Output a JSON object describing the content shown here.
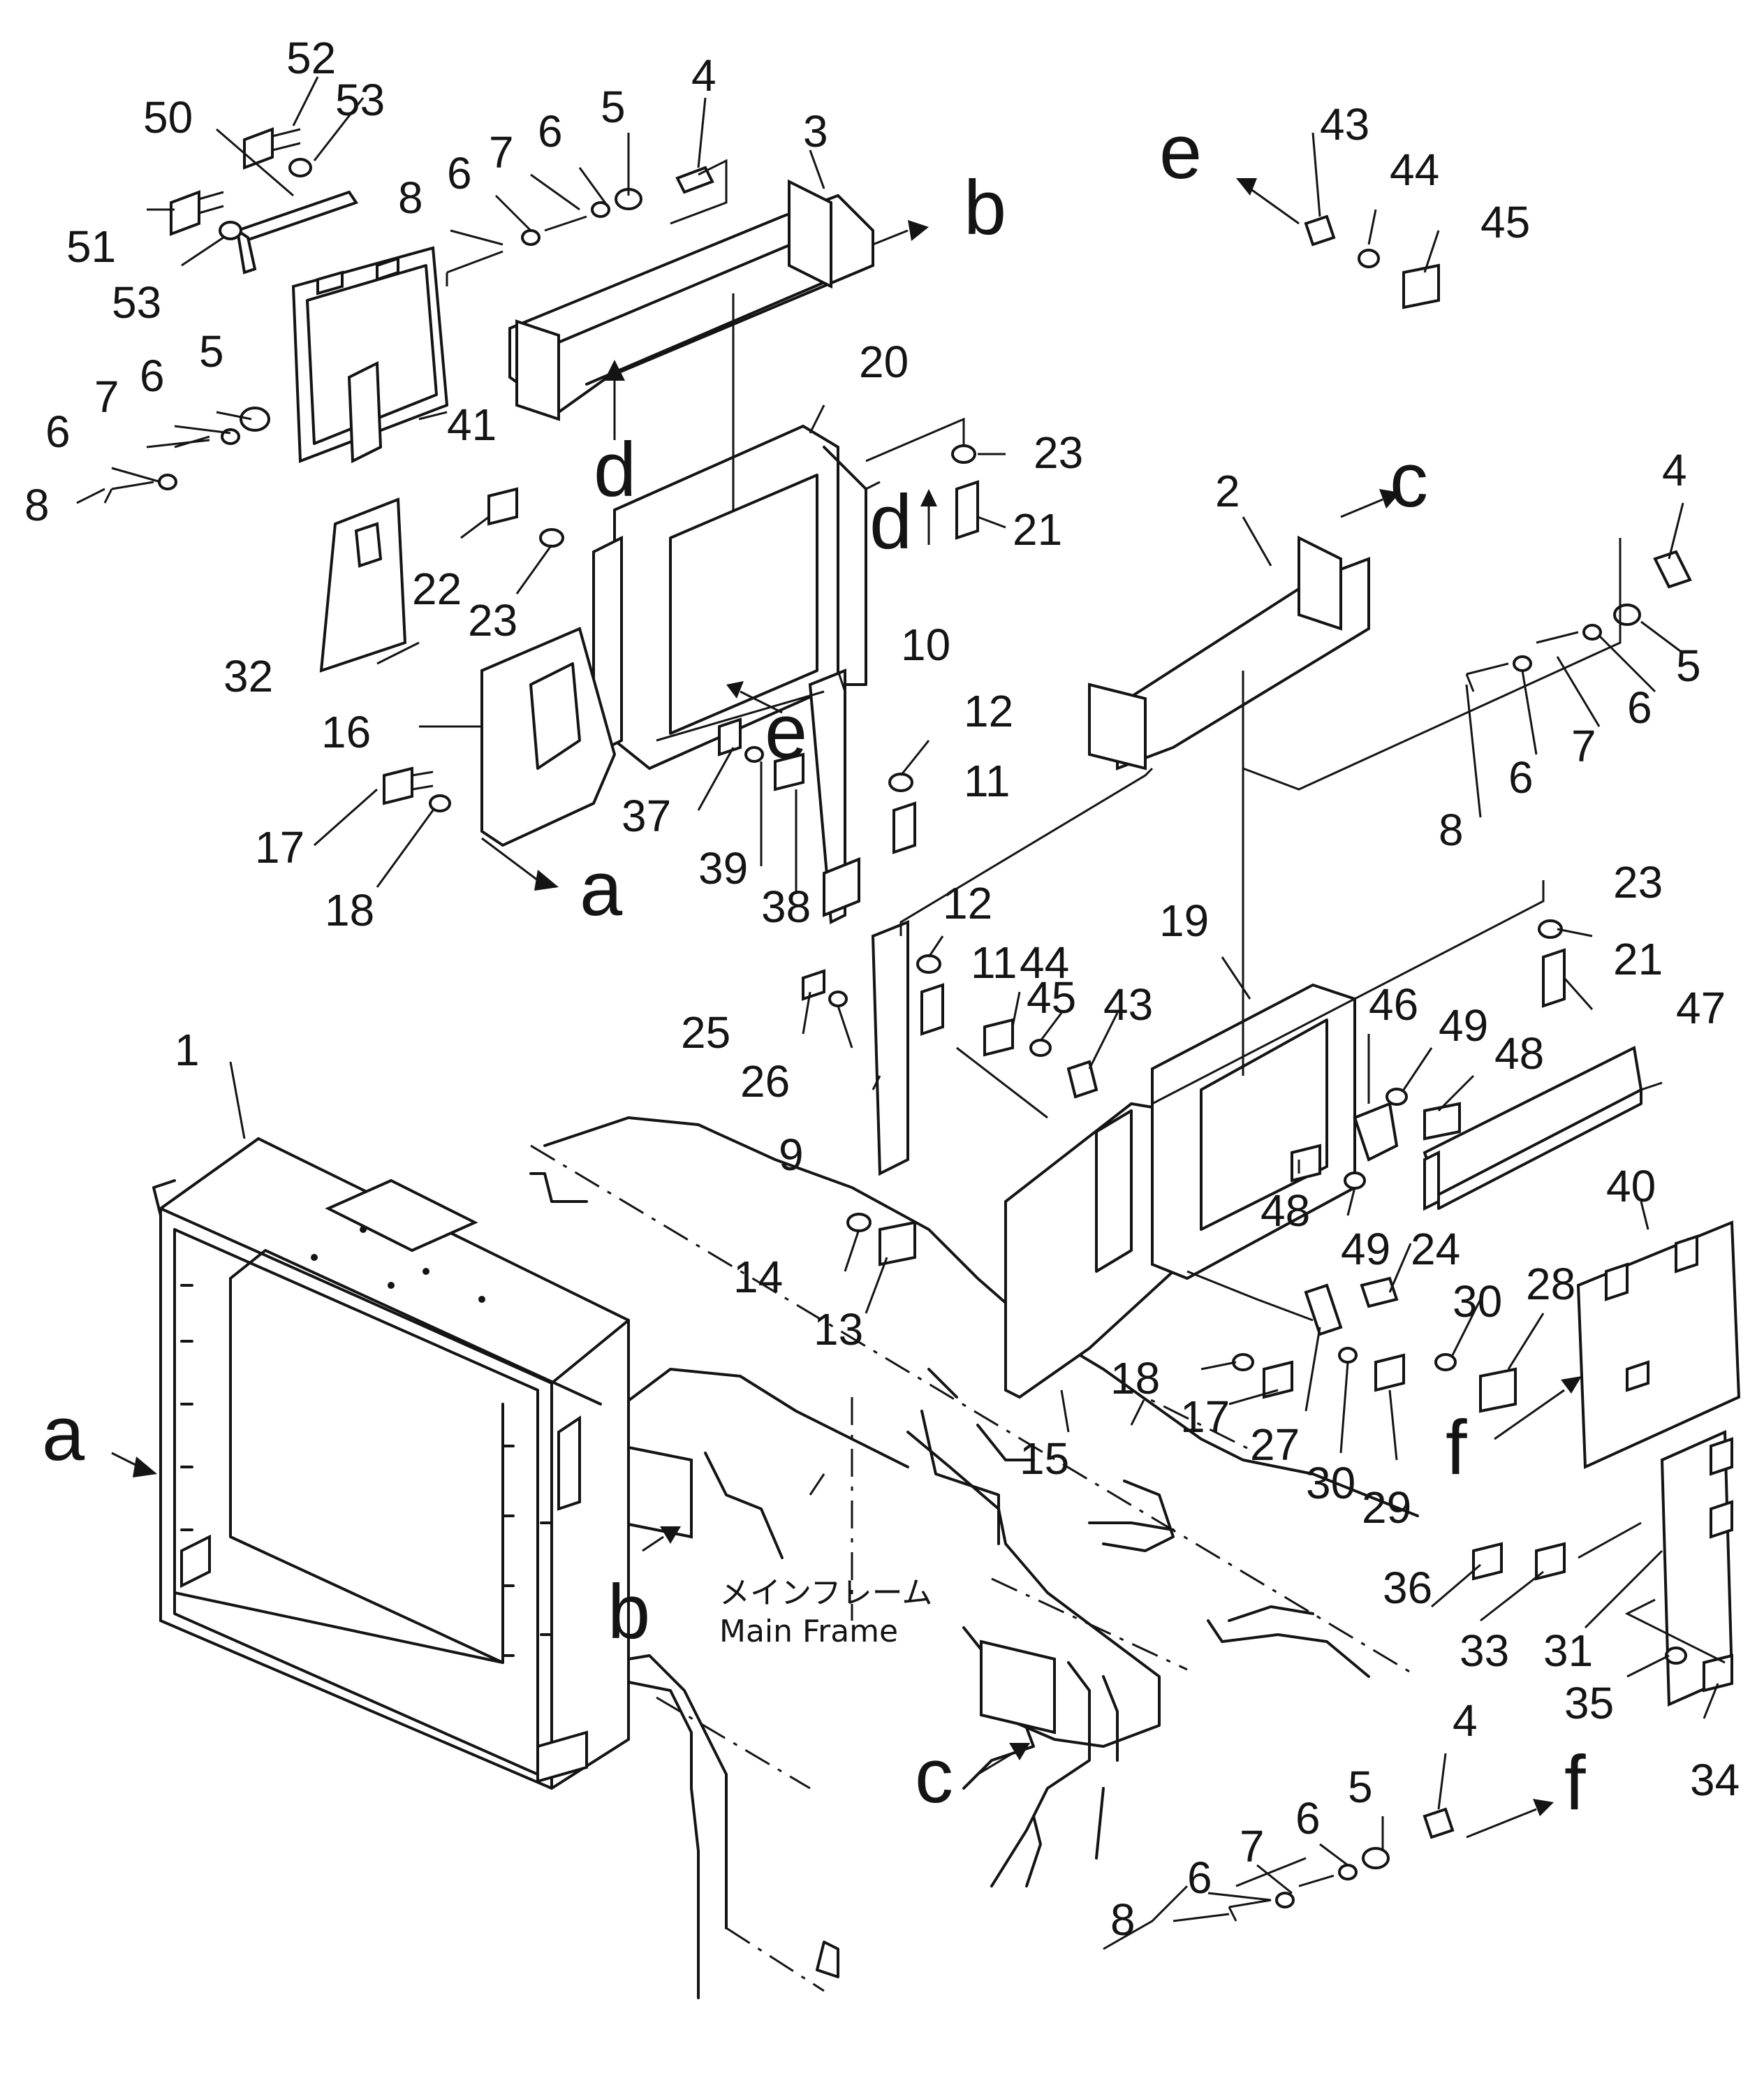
{
  "callouts": [
    {
      "id": "c52",
      "text": "52"
    },
    {
      "id": "c53a",
      "text": "53"
    },
    {
      "id": "c50",
      "text": "50"
    },
    {
      "id": "c51",
      "text": "51"
    },
    {
      "id": "c53b",
      "text": "53"
    },
    {
      "id": "c8a",
      "text": "8"
    },
    {
      "id": "c6a",
      "text": "6"
    },
    {
      "id": "c7a",
      "text": "7"
    },
    {
      "id": "c6b",
      "text": "6"
    },
    {
      "id": "c5a",
      "text": "5"
    },
    {
      "id": "c4a",
      "text": "4"
    },
    {
      "id": "c3",
      "text": "3"
    },
    {
      "id": "c5b",
      "text": "5"
    },
    {
      "id": "c6c",
      "text": "6"
    },
    {
      "id": "c7b",
      "text": "7"
    },
    {
      "id": "c6d",
      "text": "6"
    },
    {
      "id": "c8b",
      "text": "8"
    },
    {
      "id": "c41",
      "text": "41"
    },
    {
      "id": "c20",
      "text": "20"
    },
    {
      "id": "c23a",
      "text": "23"
    },
    {
      "id": "c21a",
      "text": "21"
    },
    {
      "id": "c22",
      "text": "22"
    },
    {
      "id": "c23b",
      "text": "23"
    },
    {
      "id": "c32",
      "text": "32"
    },
    {
      "id": "c16",
      "text": "16"
    },
    {
      "id": "c10",
      "text": "10"
    },
    {
      "id": "c12a",
      "text": "12"
    },
    {
      "id": "c11a",
      "text": "11"
    },
    {
      "id": "c17a",
      "text": "17"
    },
    {
      "id": "c18a",
      "text": "18"
    },
    {
      "id": "c37",
      "text": "37"
    },
    {
      "id": "c39",
      "text": "39"
    },
    {
      "id": "c38",
      "text": "38"
    },
    {
      "id": "c43a",
      "text": "43"
    },
    {
      "id": "c44a",
      "text": "44"
    },
    {
      "id": "c45a",
      "text": "45"
    },
    {
      "id": "c2",
      "text": "2"
    },
    {
      "id": "c4b",
      "text": "4"
    },
    {
      "id": "c5c",
      "text": "5"
    },
    {
      "id": "c6e",
      "text": "6"
    },
    {
      "id": "c7c",
      "text": "7"
    },
    {
      "id": "c6f",
      "text": "6"
    },
    {
      "id": "c8c",
      "text": "8"
    },
    {
      "id": "c12b",
      "text": "12"
    },
    {
      "id": "c11b",
      "text": "11"
    },
    {
      "id": "c44b",
      "text": "44"
    },
    {
      "id": "c45b",
      "text": "45"
    },
    {
      "id": "c43b",
      "text": "43"
    },
    {
      "id": "c19",
      "text": "19"
    },
    {
      "id": "c23c",
      "text": "23"
    },
    {
      "id": "c21b",
      "text": "21"
    },
    {
      "id": "c25",
      "text": "25"
    },
    {
      "id": "c26",
      "text": "26"
    },
    {
      "id": "c9",
      "text": "9"
    },
    {
      "id": "c46",
      "text": "46"
    },
    {
      "id": "c49a",
      "text": "49"
    },
    {
      "id": "c48a",
      "text": "48"
    },
    {
      "id": "c47",
      "text": "47"
    },
    {
      "id": "c1",
      "text": "1"
    },
    {
      "id": "c48b",
      "text": "48"
    },
    {
      "id": "c49b",
      "text": "49"
    },
    {
      "id": "c24",
      "text": "24"
    },
    {
      "id": "c40",
      "text": "40"
    },
    {
      "id": "c14",
      "text": "14"
    },
    {
      "id": "c13",
      "text": "13"
    },
    {
      "id": "c30a",
      "text": "30"
    },
    {
      "id": "c28",
      "text": "28"
    },
    {
      "id": "c18b",
      "text": "18"
    },
    {
      "id": "c17b",
      "text": "17"
    },
    {
      "id": "c27",
      "text": "27"
    },
    {
      "id": "c30b",
      "text": "30"
    },
    {
      "id": "c29",
      "text": "29"
    },
    {
      "id": "c15",
      "text": "15"
    },
    {
      "id": "c36",
      "text": "36"
    },
    {
      "id": "c33",
      "text": "33"
    },
    {
      "id": "c31",
      "text": "31"
    },
    {
      "id": "c35",
      "text": "35"
    },
    {
      "id": "c34",
      "text": "34"
    },
    {
      "id": "c4c",
      "text": "4"
    },
    {
      "id": "c5d",
      "text": "5"
    },
    {
      "id": "c6g",
      "text": "6"
    },
    {
      "id": "c7d",
      "text": "7"
    },
    {
      "id": "c6h",
      "text": "6"
    },
    {
      "id": "c8d",
      "text": "8"
    }
  ],
  "reference_letters": [
    {
      "id": "ref-b-top",
      "text": "b"
    },
    {
      "id": "ref-e-top",
      "text": "e"
    },
    {
      "id": "ref-d-left",
      "text": "d"
    },
    {
      "id": "ref-d-right",
      "text": "d"
    },
    {
      "id": "ref-c-top",
      "text": "c"
    },
    {
      "id": "ref-e-mid",
      "text": "e"
    },
    {
      "id": "ref-a-top",
      "text": "a"
    },
    {
      "id": "ref-a-left",
      "text": "a"
    },
    {
      "id": "ref-f-mid",
      "text": "f"
    },
    {
      "id": "ref-b-bottom",
      "text": "b"
    },
    {
      "id": "ref-c-bottom",
      "text": "c"
    },
    {
      "id": "ref-f-bottom",
      "text": "f"
    }
  ],
  "main_frame_label": {
    "japanese": "メインフレーム",
    "english": "Main Frame"
  }
}
